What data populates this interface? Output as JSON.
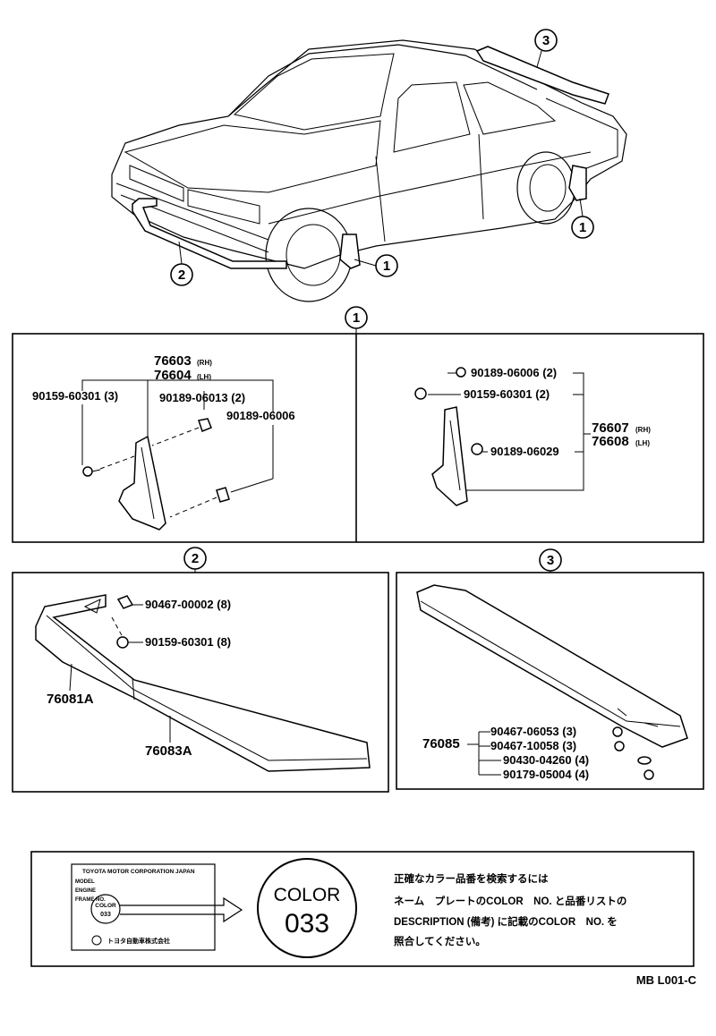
{
  "overview": {
    "callouts": [
      "3",
      "2",
      "1",
      "1"
    ]
  },
  "section1": {
    "marker": "1",
    "left": {
      "labels": [
        "76603",
        "(RH)",
        "76604",
        "(LH)",
        "90159-60301 (3)",
        "90189-06013 (2)",
        "90189-06006"
      ]
    },
    "right": {
      "labels": [
        "90189-06006 (2)",
        "90159-60301 (2)",
        "76607",
        "(RH)",
        "76608",
        "(LH)",
        "90189-06029"
      ]
    }
  },
  "section2": {
    "marker": "2",
    "labels": [
      "90467-00002 (8)",
      "90159-60301 (8)",
      "76081A",
      "76083A"
    ]
  },
  "section3": {
    "marker": "3",
    "main_label": "76085",
    "labels": [
      "90467-06053 (3)",
      "90467-10058 (3)",
      "90430-04260 (4)",
      "90179-05004 (4)"
    ]
  },
  "color_note": {
    "plate_lines": [
      "TOYOTA MOTOR CORPORATION JAPAN",
      "MODEL",
      "ENGINE",
      "FRAME NO.",
      "COLOR",
      "033",
      "トヨタ自動車株式会社"
    ],
    "badge_title": "COLOR",
    "badge_code": "033",
    "text_lines": [
      "正確なカラー品番を検索するには",
      "ネーム　プレートのCOLOR　NO. と品番リストの",
      "DESCRIPTION (備考) に記載のCOLOR　NO. を",
      "照合してください。"
    ]
  },
  "footer": {
    "code": "MB L001-C"
  }
}
